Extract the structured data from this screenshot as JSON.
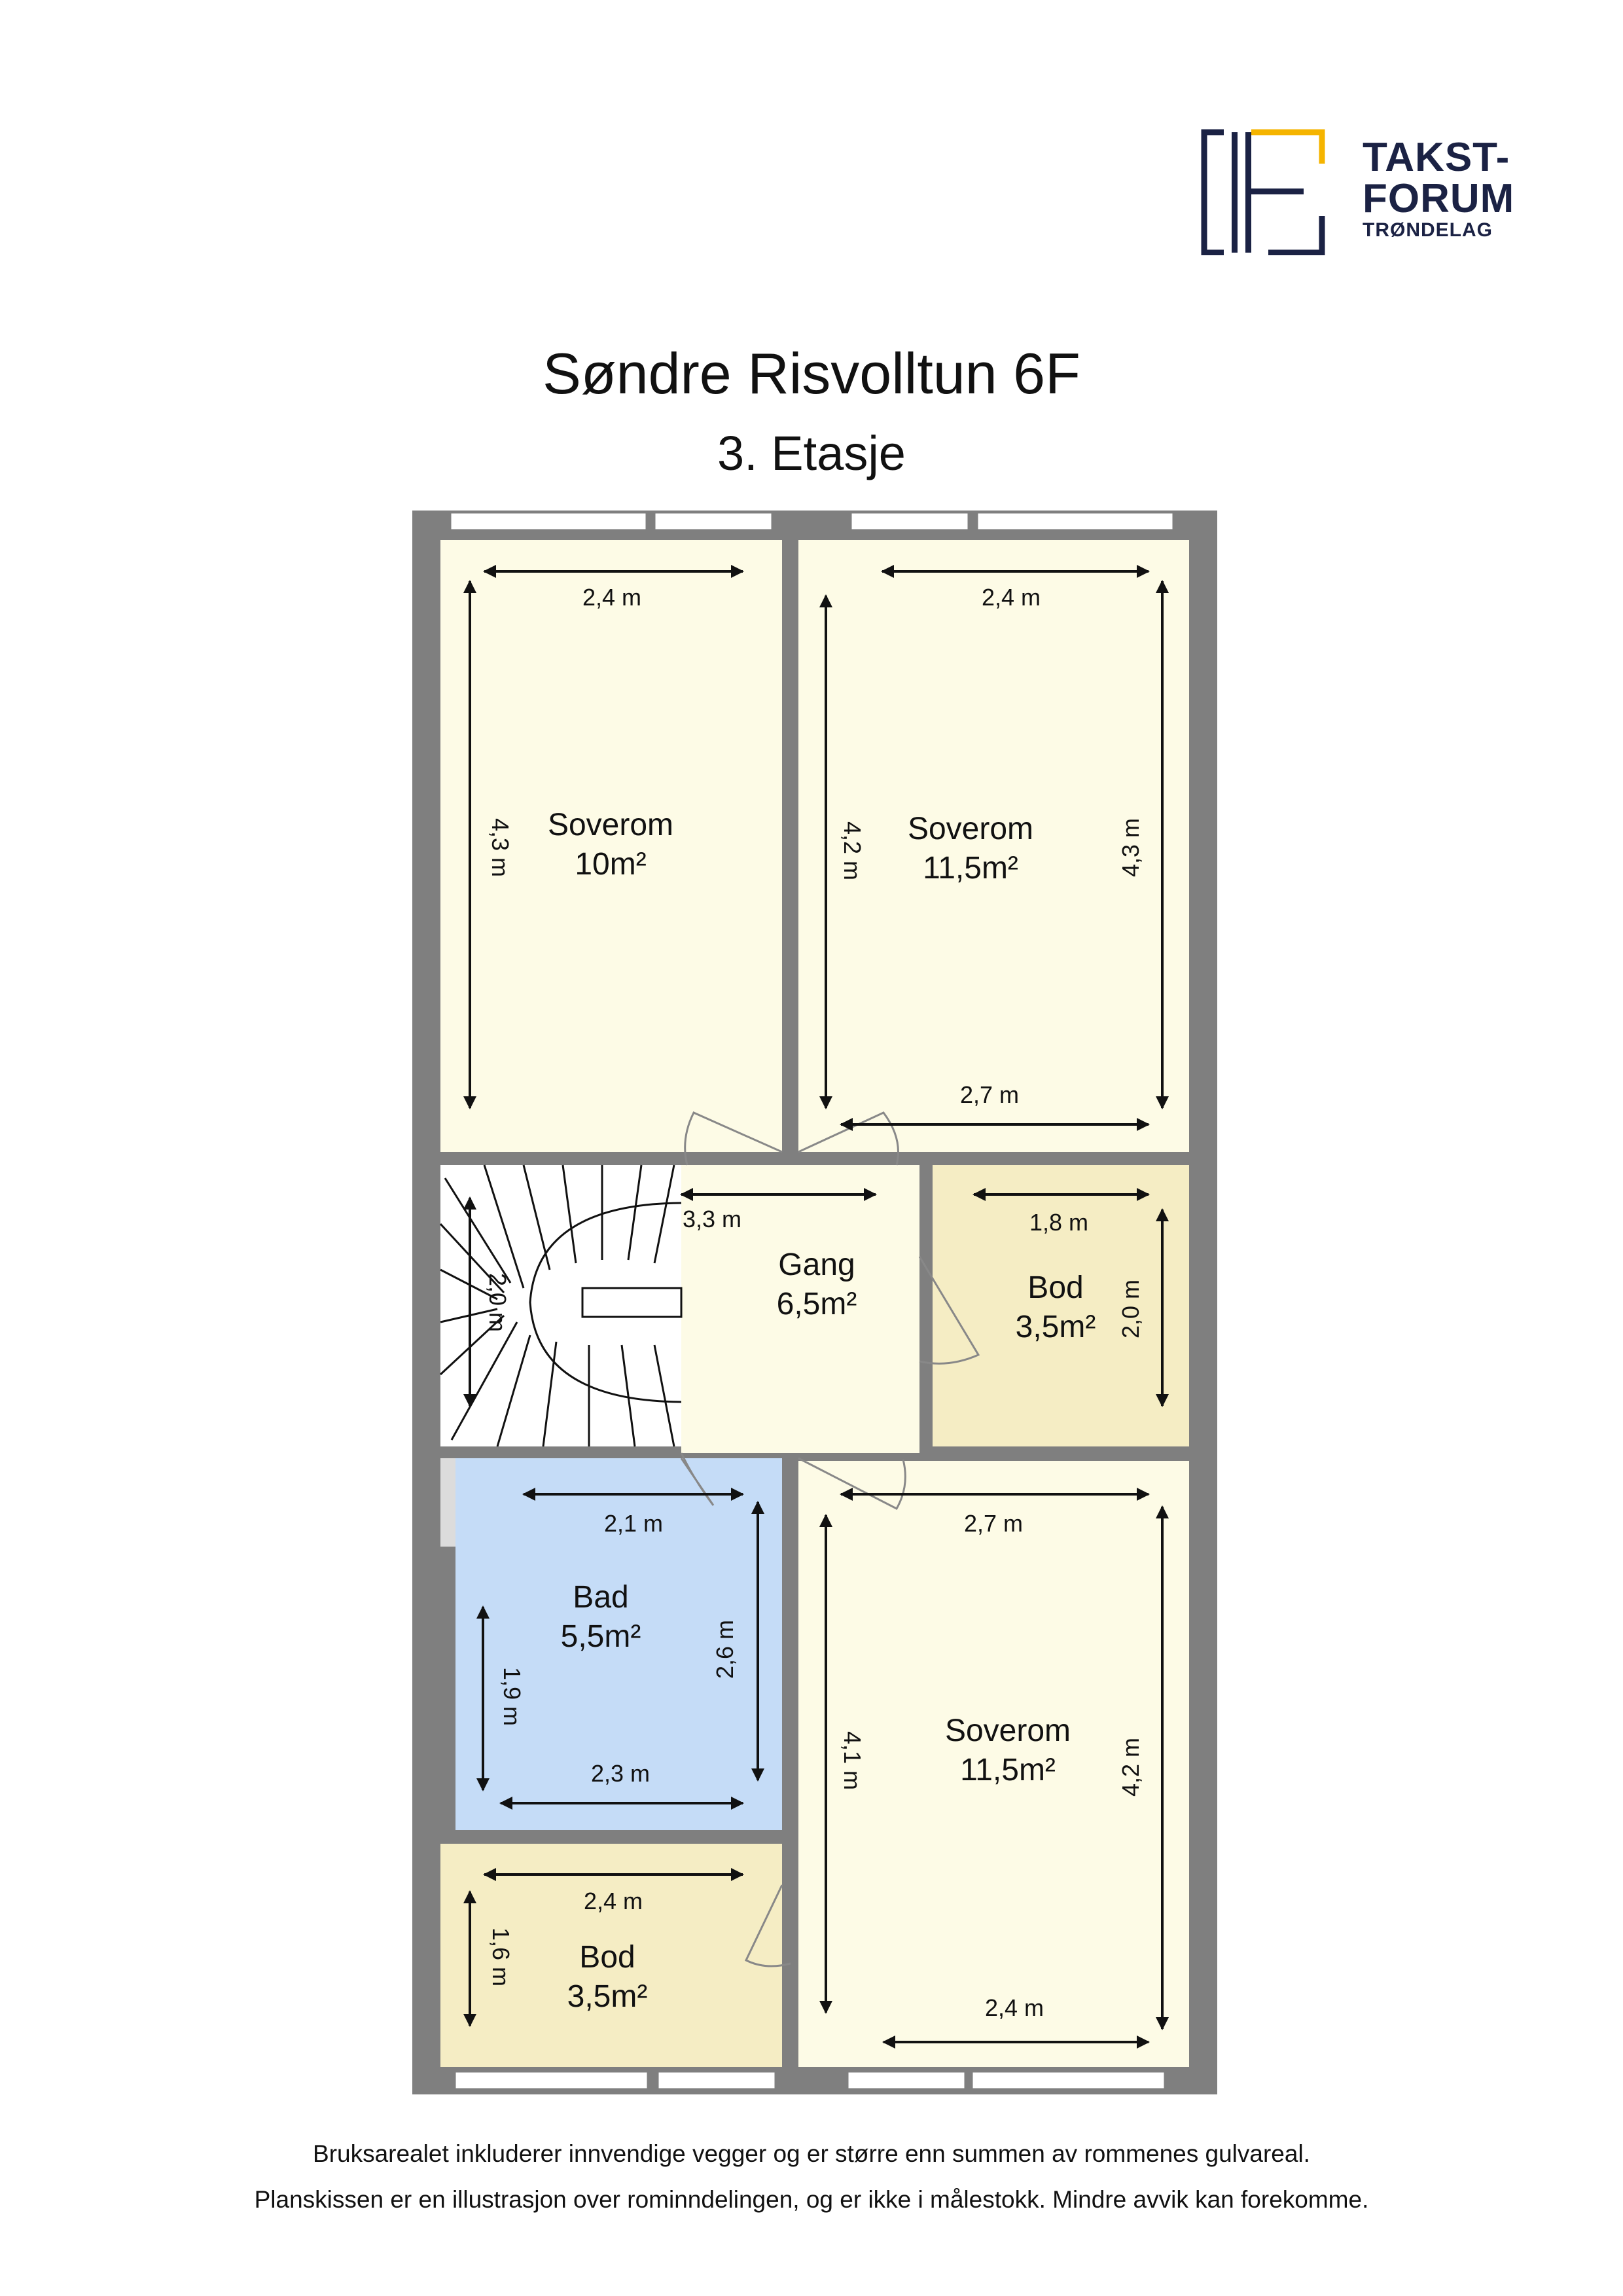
{
  "logo": {
    "line1": "TAKST-",
    "line2": "FORUM",
    "line3": "TRØNDELAG",
    "colors": {
      "navy": "#1b2244",
      "gold": "#f5b400"
    }
  },
  "title": "Søndre Risvolltun 6F",
  "subtitle": "3. Etasje",
  "rooms": {
    "soverom1": {
      "name": "Soverom",
      "area": "10m²",
      "dims": [
        "2,4 m",
        "4,3 m"
      ]
    },
    "soverom2": {
      "name": "Soverom",
      "area": "11,5m²",
      "dims": [
        "2,4 m",
        "4,2 m",
        "4,3 m",
        "2,7 m"
      ]
    },
    "gang": {
      "name": "Gang",
      "area": "6,5m²",
      "dims": [
        "3,3 m",
        "2,0 m"
      ]
    },
    "bod1": {
      "name": "Bod",
      "area": "3,5m²",
      "dims": [
        "1,8 m",
        "2,0 m"
      ]
    },
    "bad": {
      "name": "Bad",
      "area": "5,5m²",
      "dims": [
        "2,1 m",
        "1,9 m",
        "2,6 m",
        "2,3 m"
      ]
    },
    "soverom3": {
      "name": "Soverom",
      "area": "11,5m²",
      "dims": [
        "2,7 m",
        "4,1 m",
        "4,2 m",
        "2,4 m"
      ]
    },
    "bod2": {
      "name": "Bod",
      "area": "3,5m²",
      "dims": [
        "2,4 m",
        "1,6 m"
      ]
    }
  },
  "colors": {
    "wall": "#7f7f7f",
    "room": "#fdfbe6",
    "bod": "#f5edc4",
    "bath": "#c5dcf7"
  },
  "footer": {
    "line1": "Bruksarealet inkluderer innvendige vegger og er større enn summen av rommenes gulvareal.",
    "line2": "Planskissen er en illustrasjon over rominndelingen, og er ikke i målestokk. Mindre avvik kan forekomme."
  }
}
